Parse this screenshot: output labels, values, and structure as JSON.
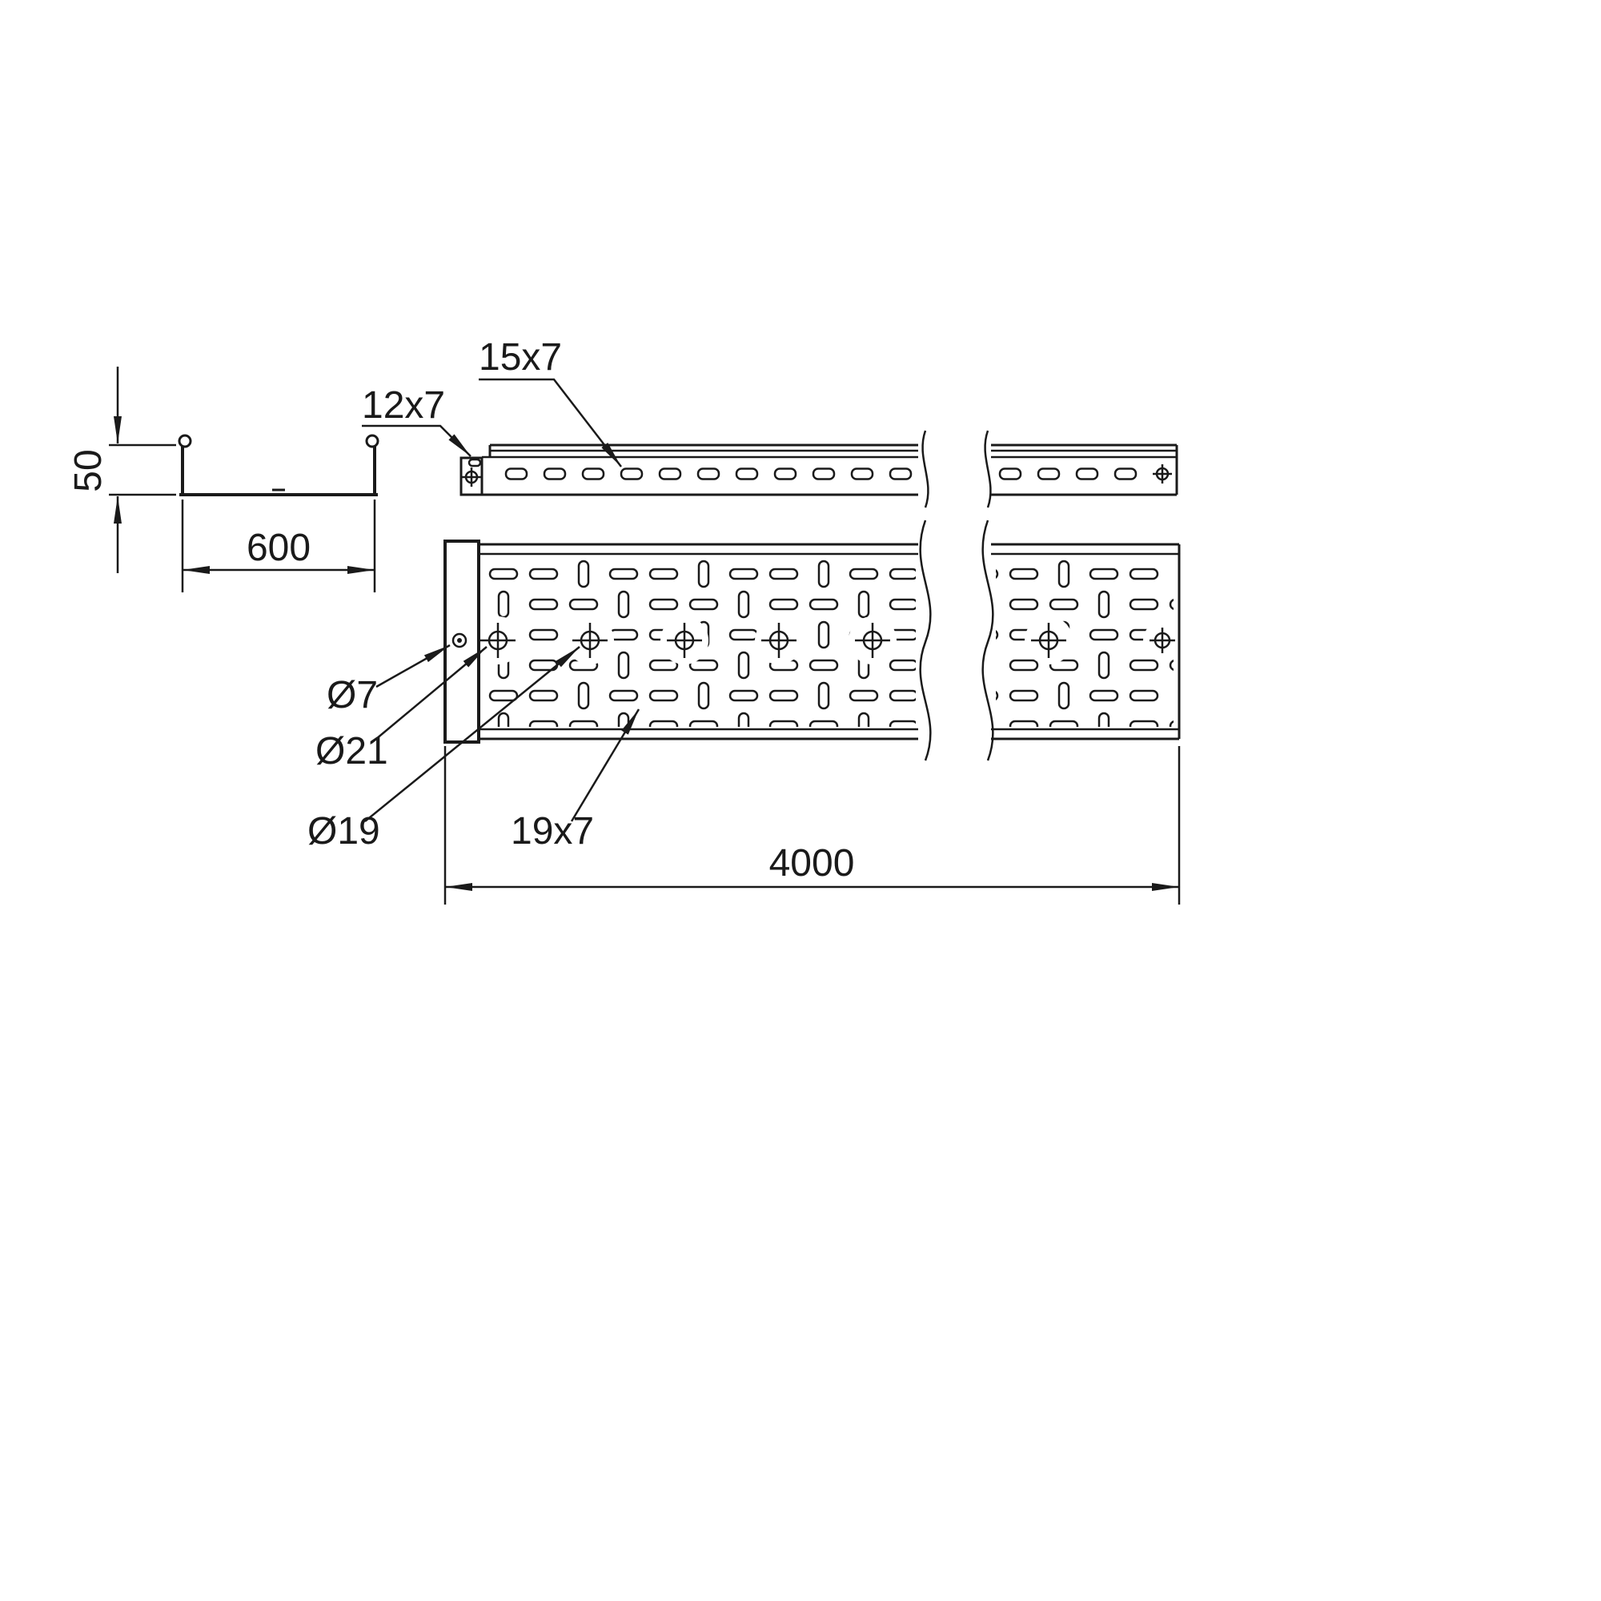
{
  "colors": {
    "line": "#1a1a1a",
    "background": "#ffffff"
  },
  "cross_section": {
    "height_label": "50",
    "width_label": "600"
  },
  "side_view": {
    "end_plate_slot_label": "12x7",
    "rail_slot_label": "15x7"
  },
  "top_view": {
    "end_plate_hole_label": "Ø7",
    "connector_hole_label": "Ø21",
    "tray_hole_label": "Ø19",
    "tray_slot_label": "19x7",
    "overall_length_label": "4000"
  }
}
